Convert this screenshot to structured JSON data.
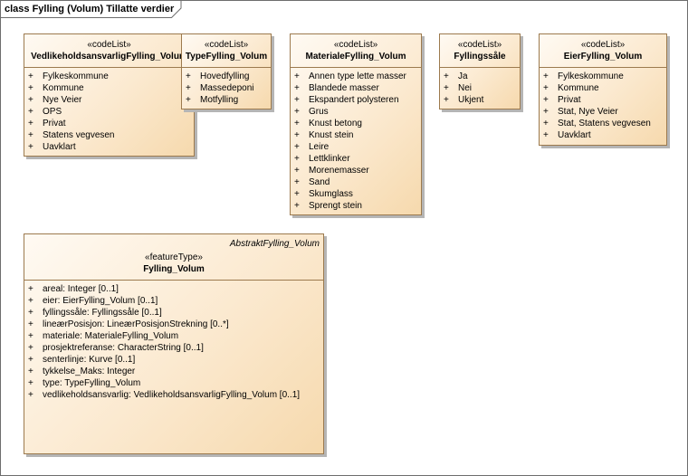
{
  "frame": {
    "title": "class Fylling (Volum) Tillatte verdier"
  },
  "classes": {
    "vedlikehold": {
      "stereotype": "«codeList»",
      "name": "VedlikeholdsansvarligFylling_Volum",
      "attributes": [
        "Fylkeskommune",
        "Kommune",
        "Nye Veier",
        "OPS",
        "Privat",
        "Statens vegvesen",
        "Uavklart"
      ]
    },
    "type": {
      "stereotype": "«codeList»",
      "name": "TypeFylling_Volum",
      "attributes": [
        "Hovedfylling",
        "Massedeponi",
        "Motfylling"
      ]
    },
    "materiale": {
      "stereotype": "«codeList»",
      "name": "MaterialeFylling_Volum",
      "attributes": [
        "Annen type lette masser",
        "Blandede masser",
        "Ekspandert polysteren",
        "Grus",
        "Knust betong",
        "Knust stein",
        "Leire",
        "Lettklinker",
        "Morenemasser",
        "Sand",
        "Skumglass",
        "Sprengt stein"
      ]
    },
    "fyllingssale": {
      "stereotype": "«codeList»",
      "name": "Fyllingssåle",
      "attributes": [
        "Ja",
        "Nei",
        "Ukjent"
      ]
    },
    "eier": {
      "stereotype": "«codeList»",
      "name": "EierFylling_Volum",
      "attributes": [
        "Fylkeskommune",
        "Kommune",
        "Privat",
        "Stat, Nye Veier",
        "Stat, Statens vegvesen",
        "Uavklart"
      ]
    },
    "fylling": {
      "parent": "AbstraktFylling_Volum",
      "stereotype": "«featureType»",
      "name": "Fylling_Volum",
      "attributes": [
        "areal: Integer [0..1]",
        "eier: EierFylling_Volum [0..1]",
        "fyllingssåle: Fyllingssåle [0..1]",
        "lineærPosisjon: LineærPosisjonStrekning [0..*]",
        "materiale: MaterialeFylling_Volum",
        "prosjektreferanse: CharacterString [0..1]",
        "senterlinje: Kurve [0..1]",
        "tykkelse_Maks: Integer",
        "type: TypeFylling_Volum",
        "vedlikeholdsansvarlig: VedlikeholdsansvarligFylling_Volum [0..1]"
      ]
    }
  },
  "attribute_marker": "+"
}
